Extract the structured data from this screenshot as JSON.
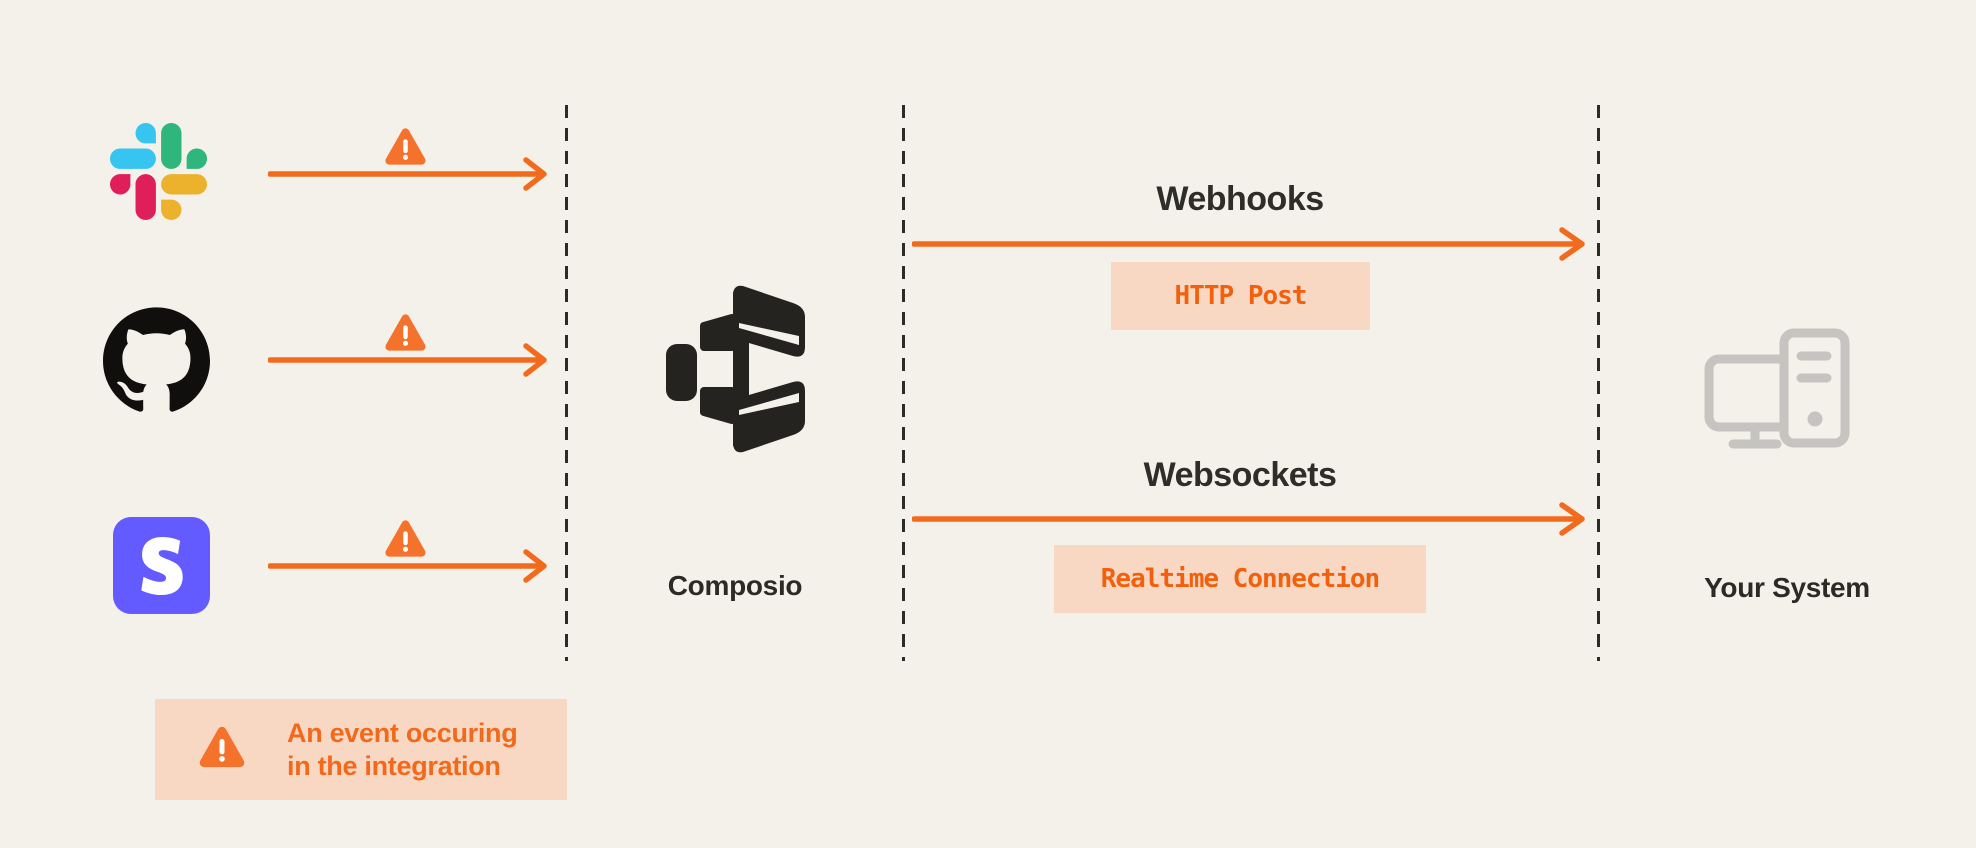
{
  "colors": {
    "background": "#f4f1ea",
    "accent_orange": "#f26b1d",
    "badge_peach": "#f8d8c3",
    "dark_text": "#2e2d2a",
    "gray_icon": "#c6c4c0",
    "slack_blue": "#36C5F0",
    "slack_green": "#2EB67D",
    "slack_red": "#E01E5A",
    "slack_yellow": "#ECB22E",
    "stripe_indigo": "#635BFF",
    "composio_black": "#24231f"
  },
  "integrations": [
    {
      "name": "Slack"
    },
    {
      "name": "GitHub"
    },
    {
      "name": "Stripe"
    }
  ],
  "hub": {
    "label": "Composio"
  },
  "channels": [
    {
      "title": "Webhooks",
      "badge": "HTTP Post"
    },
    {
      "title": "Websockets",
      "badge": "Realtime Connection"
    }
  ],
  "destination": {
    "label": "Your System"
  },
  "legend": {
    "line1": "An event occuring",
    "line2": "in the integration"
  }
}
